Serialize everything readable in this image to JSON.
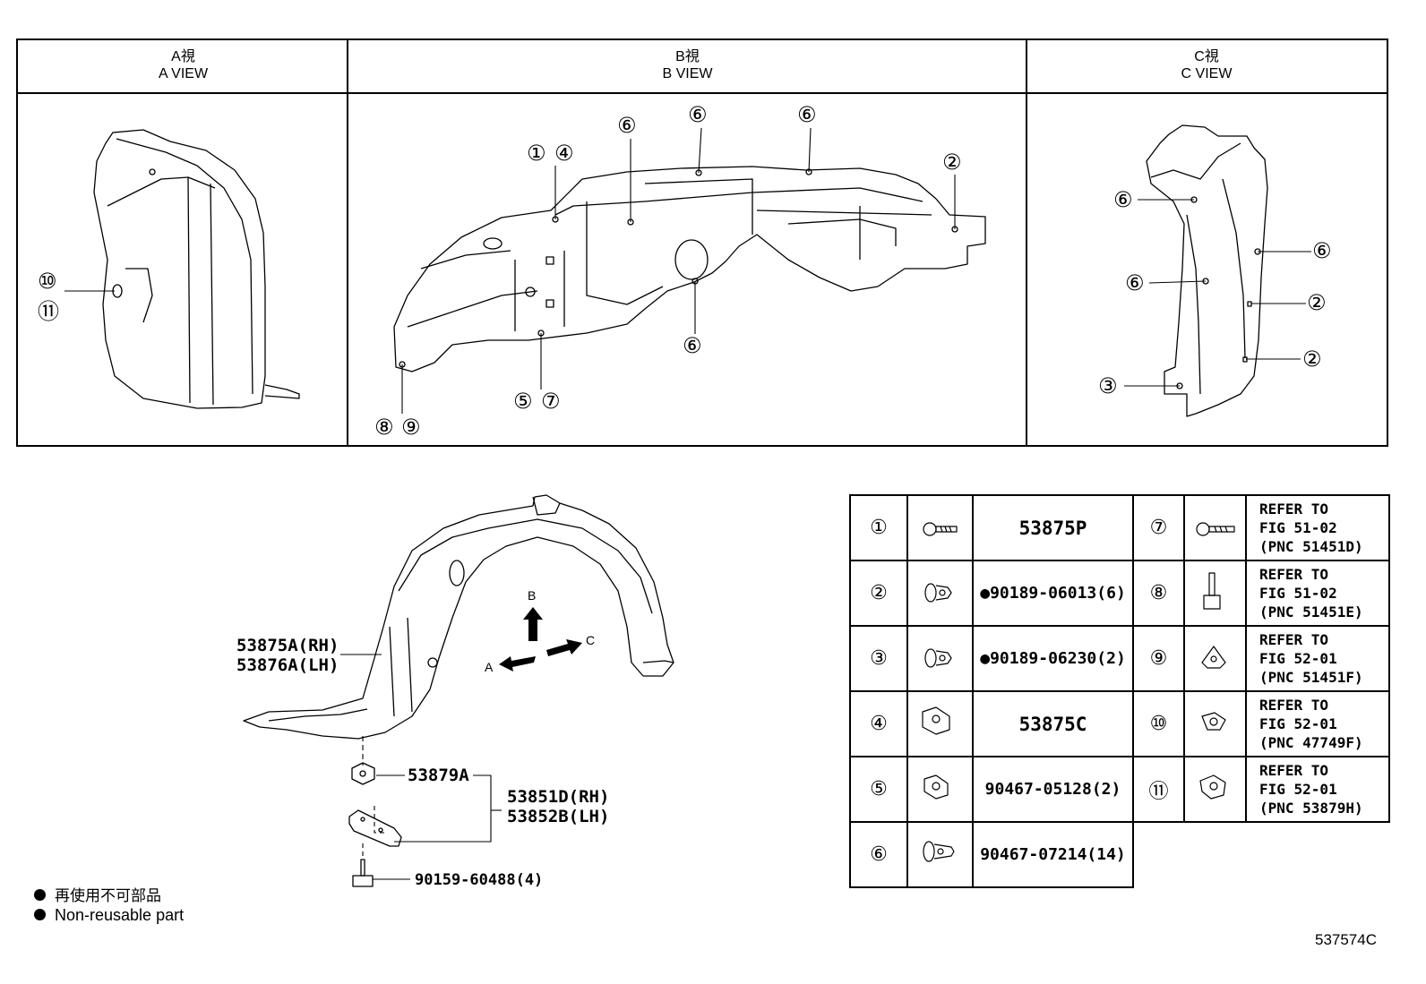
{
  "views": [
    {
      "jp": "A視",
      "en": "A  VIEW"
    },
    {
      "jp": "B視",
      "en": "B  VIEW"
    },
    {
      "jp": "C視",
      "en": "C  VIEW"
    }
  ],
  "callouts": {
    "n1": "①",
    "n2": "②",
    "n3": "③",
    "n4": "④",
    "n5": "⑤",
    "n6": "⑥",
    "n7": "⑦",
    "n8": "⑧",
    "n9": "⑨",
    "n10": "⑩",
    "n11": "⑪"
  },
  "assembly_labels": {
    "liner_rh": "53875A(RH)",
    "liner_lh": "53876A(LH)",
    "clip": "53879A",
    "bracket_rh": "53851D(RH)",
    "bracket_lh": "53852B(LH)",
    "bolt": "90159-60488(4)",
    "arrow_b": "B",
    "arrow_a": "A",
    "arrow_c": "C"
  },
  "parts_table": [
    {
      "left": {
        "num": "①",
        "icon": "screw-icon",
        "part": "53875P",
        "nonreusable": false
      },
      "right": {
        "num": "⑦",
        "icon": "screw-icon",
        "ref": [
          "REFER  TO",
          "FIG  51-02",
          "(PNC  51451D)"
        ]
      }
    },
    {
      "left": {
        "num": "②",
        "icon": "push-clip-icon",
        "part": "90189-06013(6)",
        "nonreusable": true
      },
      "right": {
        "num": "⑧",
        "icon": "stud-bolt-icon",
        "ref": [
          "REFER  TO",
          "FIG  51-02",
          "(PNC  51451E)"
        ]
      }
    },
    {
      "left": {
        "num": "③",
        "icon": "push-clip-icon",
        "part": "90189-06230(2)",
        "nonreusable": true
      },
      "right": {
        "num": "⑨",
        "icon": "nut-clip-icon",
        "ref": [
          "REFER  TO",
          "FIG  52-01",
          "(PNC  51451F)"
        ]
      }
    },
    {
      "left": {
        "num": "④",
        "icon": "nut-clip-icon",
        "part": "53875C",
        "nonreusable": false
      },
      "right": {
        "num": "⑩",
        "icon": "clip-icon",
        "ref": [
          "REFER  TO",
          "FIG  52-01",
          "(PNC  47749F)"
        ]
      }
    },
    {
      "left": {
        "num": "⑤",
        "icon": "nut-clip-icon",
        "part": "90467-05128(2)",
        "nonreusable": false
      },
      "right": {
        "num": "⑪",
        "icon": "clip-icon",
        "ref": [
          "REFER  TO",
          "FIG  52-01",
          "(PNC  53879H)"
        ]
      }
    },
    {
      "left": {
        "num": "⑥",
        "icon": "push-rivet-icon",
        "part": "90467-07214(14)",
        "nonreusable": false
      },
      "right": null
    }
  ],
  "legend": {
    "jp": "再使用不可部品",
    "en": "Non-reusable part"
  },
  "figure_code": "537574C",
  "colors": {
    "line": "#000000",
    "background": "#ffffff"
  }
}
